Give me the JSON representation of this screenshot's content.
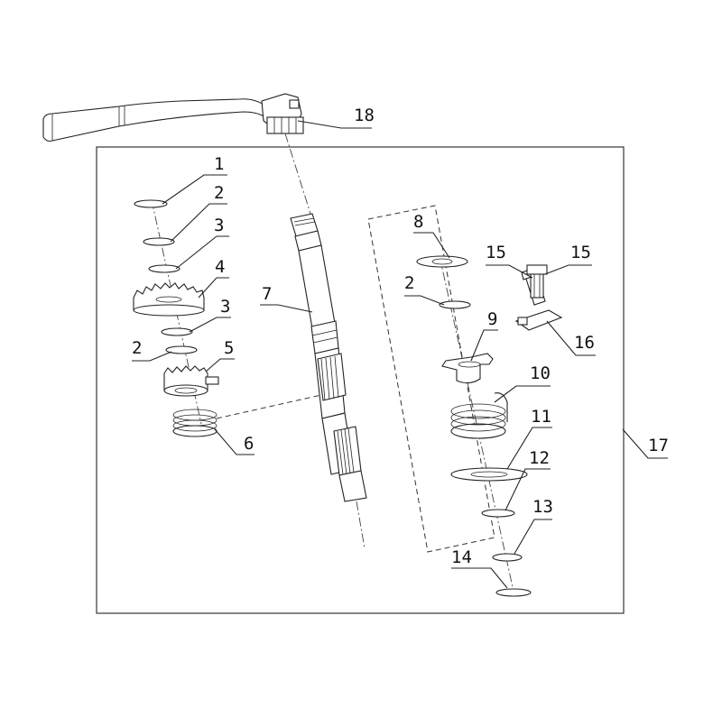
{
  "diagram": {
    "labels": {
      "l1": "1",
      "l2a": "2",
      "l2b": "2",
      "l2c": "2",
      "l3a": "3",
      "l3b": "3",
      "l4": "4",
      "l5": "5",
      "l6": "6",
      "l7": "7",
      "l8": "8",
      "l9": "9",
      "l10": "10",
      "l11": "11",
      "l12": "12",
      "l13": "13",
      "l14": "14",
      "l15a": "15",
      "l15b": "15",
      "l16": "16",
      "l17": "17",
      "l18": "18"
    }
  }
}
